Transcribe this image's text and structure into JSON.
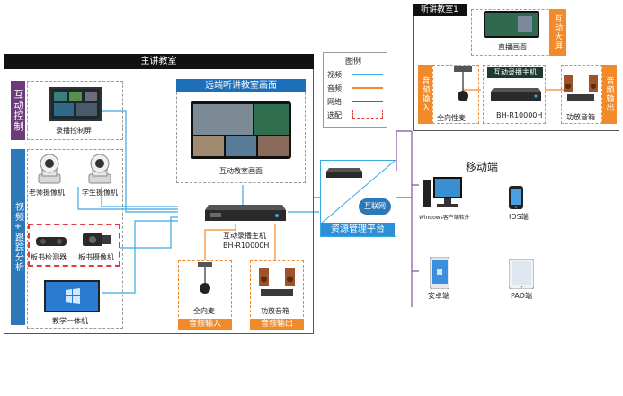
{
  "main_room": {
    "title": "主讲教室",
    "interactive_control": "互动控制",
    "record_screen": "录播控制屏",
    "video_tracking": "视频+跟踪分析",
    "teacher_camera": "老师摄像机",
    "student_camera": "学生摄像机",
    "board_detector": "板书检测器",
    "board_camera": "板书摄像机",
    "teaching_pc": "教学一体机",
    "remote_view_title": "远端听讲教室画面",
    "remote_view_caption": "互动教室画面",
    "host_name": "互动录播主机",
    "host_model": "BH-R10000H",
    "mic_label": "全向麦",
    "speaker_label": "功放音箱",
    "audio_in": "音频输入",
    "audio_out": "音频输出"
  },
  "legend": {
    "title": "图例",
    "items": [
      {
        "label": "视频",
        "color": "#3aa8e0"
      },
      {
        "label": "音频",
        "color": "#f08a2a"
      },
      {
        "label": "网络",
        "color": "#7e4fa8"
      },
      {
        "label": "选配",
        "color": "#e03a3a"
      }
    ]
  },
  "resource_platform": {
    "label": "资源管理平台",
    "cloud": "互联网"
  },
  "mobile": {
    "title": "移动端",
    "windows": "Windows客户端软件",
    "ios": "IOS端",
    "android": "安卓端",
    "pad": "PAD端"
  },
  "listen_room": {
    "title": "听讲教室1",
    "live_caption": "直播画面",
    "interactive_screen": "互动大屏",
    "audio_in": "音频输入",
    "audio_out": "音频输出",
    "host_title": "互动录播主机",
    "host_model": "BH-R10000H",
    "mic_label": "全向性麦",
    "speaker_label": "功放音箱"
  },
  "colors": {
    "video": "#3aa8e0",
    "audio": "#f08a2a",
    "network": "#7e4fa8",
    "optional": "#e03a3a",
    "header": "#111111",
    "accent_blue": "#1c6fb8"
  }
}
